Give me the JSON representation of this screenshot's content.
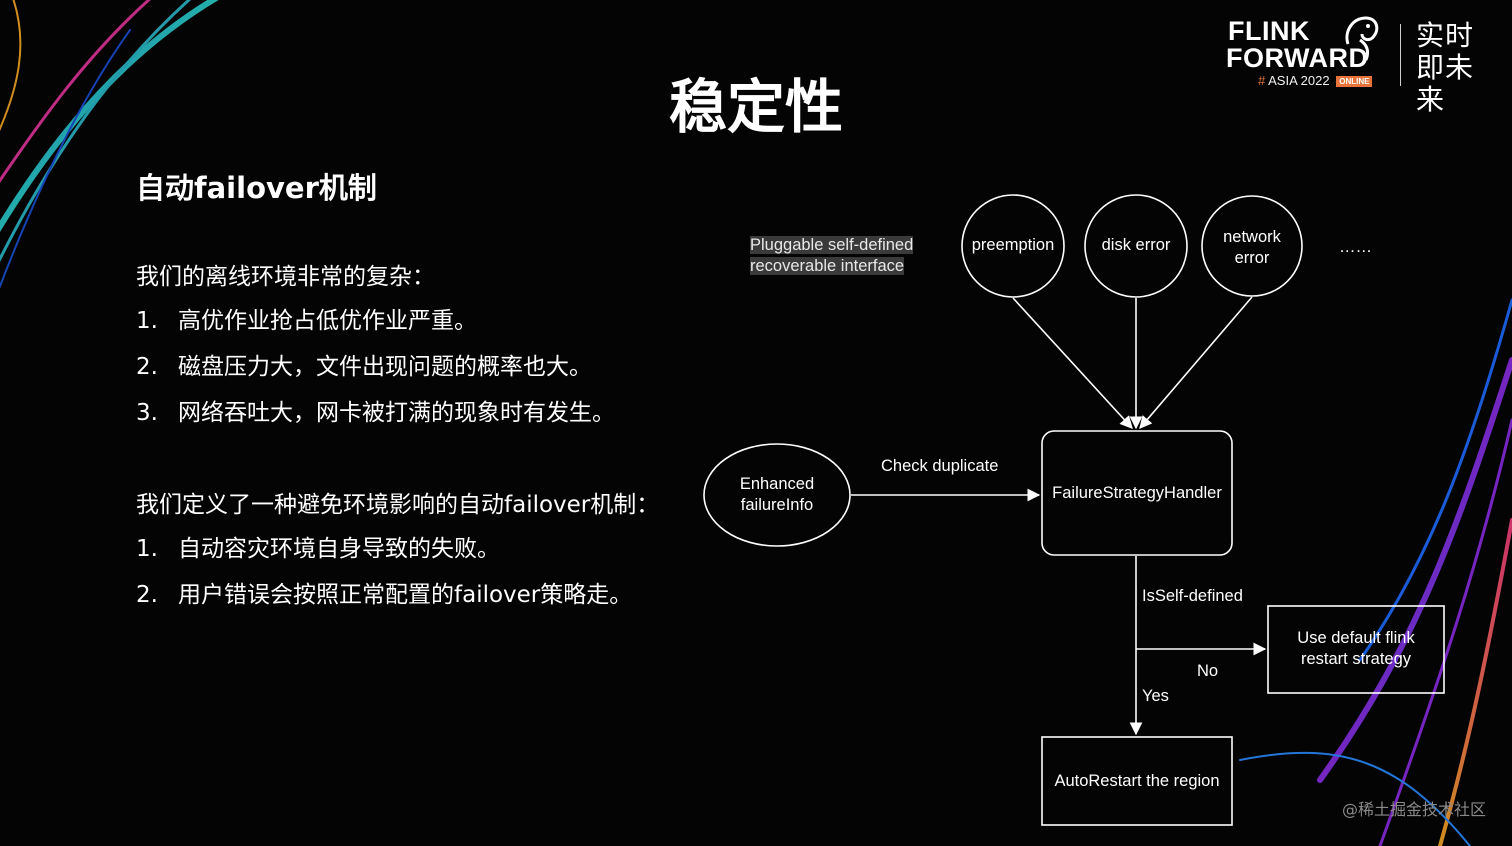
{
  "brand": {
    "line1": "FLINK",
    "line2": "FORWARD",
    "hash": "#",
    "event": "ASIA 2022",
    "badge": "ONLINE",
    "slogan": "实时即未来",
    "icon": "squirrel-icon",
    "accent_color": "#e8743b"
  },
  "slide": {
    "title": "稳定性",
    "subtitle": "自动failover机制",
    "intro": "我们的离线环境非常的复杂：",
    "problems": [
      {
        "num": "1.",
        "text": "高优作业抢占低优作业严重。"
      },
      {
        "num": "2.",
        "text": "磁盘压力大，文件出现问题的概率也大。"
      },
      {
        "num": "3.",
        "text": "网络吞吐大，网卡被打满的现象时有发生。"
      }
    ],
    "solution_intro": "我们定义了一种避免环境影响的自动failover机制：",
    "solutions": [
      {
        "num": "1.",
        "text": "自动容灾环境自身导致的失败。"
      },
      {
        "num": "2.",
        "text": "用户错误会按照正常配置的failover策略走。"
      }
    ]
  },
  "diagram": {
    "interface_label": "Pluggable self-defined recoverable interface",
    "interface_line1": "Pluggable self-defined",
    "interface_line2": "recoverable interface",
    "causes": {
      "preemption": "preemption",
      "disk_error": "disk error",
      "network_error_line1": "network",
      "network_error_line2": "error",
      "ellipsis": "……"
    },
    "enhanced_line1": "Enhanced",
    "enhanced_line2": "failureInfo",
    "check_duplicate": "Check duplicate",
    "handler": "FailureStrategyHandler",
    "is_self_defined": "IsSelf-defined",
    "no": "No",
    "yes": "Yes",
    "default_line1": "Use default flink",
    "default_line2": "restart strategy",
    "auto_restart": "AutoRestart the region"
  },
  "watermark": "@稀土掘金技术社区"
}
